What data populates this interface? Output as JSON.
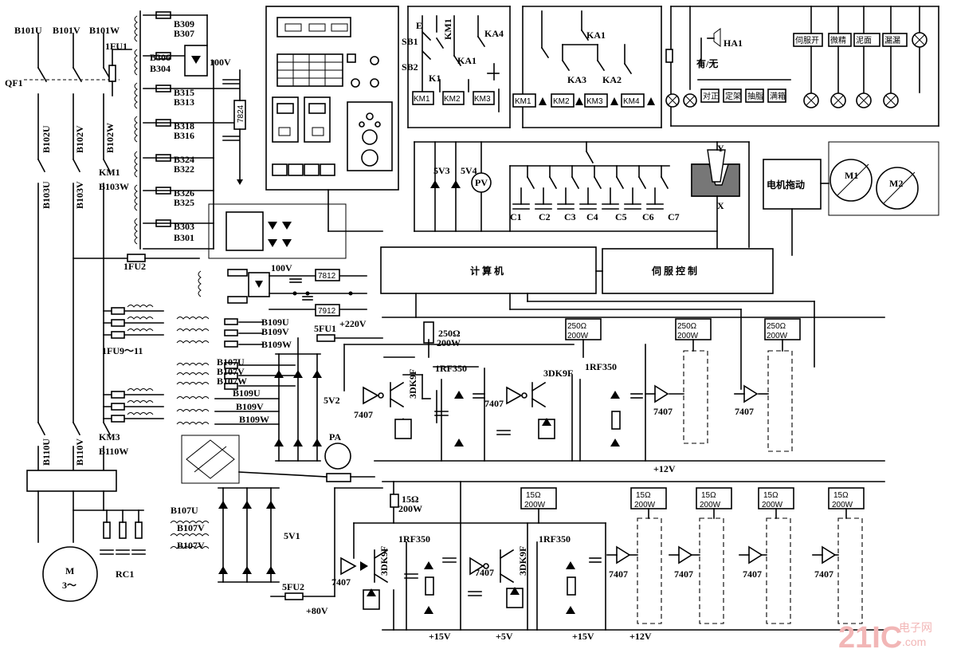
{
  "labels": {
    "b101u": "B101U",
    "b101v": "B101V",
    "b101w": "B101W",
    "qf1": "QF1",
    "fu1": "1FU1",
    "b102u": "B102U",
    "b102v": "B102V",
    "b102w": "B102W",
    "b103u": "B103U",
    "b103v": "B103V",
    "km1": "KM1",
    "b103w": "B103W",
    "fu2": "1FU2",
    "fu9_11": "1FU9～11",
    "b110u": "B110U",
    "b110v": "B110V",
    "km3": "KM3",
    "b110w": "B110W",
    "motor_m": "M",
    "motor_3ph": "3～",
    "rc1": "RC1",
    "b309": "B309",
    "b307": "B307",
    "b306": "B306",
    "b304": "B304",
    "b315": "B315",
    "b313": "B313",
    "b318": "B318",
    "b316": "B316",
    "b324": "B324",
    "b322": "B322",
    "b326": "B326",
    "b325": "B325",
    "b303": "B303",
    "b301": "B301",
    "v100_top": "100V",
    "reg7824": "7824",
    "v100_mid": "100V",
    "reg7812": "7812",
    "reg7912": "7912",
    "b109u": "B109U",
    "b109v": "B109V",
    "b109w": "B109W",
    "fu5_1": "5FU1",
    "v220": "+220V",
    "b107u": "B107U",
    "b107v": "B107V",
    "b107w": "B107W",
    "b109u2": "B109U",
    "b109v2": "B109V",
    "b109w2": "B109W",
    "sv2": "5V2",
    "pa": "PA",
    "b107u2": "B107U",
    "b107v2": "B107V",
    "b107v3": "B107V",
    "sv1": "5V1",
    "fu5_2": "5FU2",
    "v80": "+80V",
    "e": "E",
    "sb1": "SB1",
    "sb2": "SB2",
    "km1_top": "KM1",
    "k1": "K1",
    "ka1_a": "KA1",
    "ka4": "KA4",
    "km1_coil": "KM1",
    "km2_coil": "KM2",
    "km3_coil": "KM3",
    "ka1_b": "KA1",
    "ka3": "KA3",
    "ka2": "KA2",
    "km1_coil2": "KM1",
    "km2_coil2": "KM2",
    "km3_coil2": "KM3",
    "km4_coil": "KM4",
    "ha1": "HA1",
    "you_wu": "有/无",
    "lamp_servo": "伺服开",
    "lamp_fine": "微精",
    "lamp_rough": "泥面",
    "lamp_leak": "漏漏",
    "lamp_align": "对正",
    "lamp_fixed": "定架",
    "lamp_pump": "抽脂",
    "lamp_tank": "满箱",
    "sv3": "5V3",
    "sv4": "5V4",
    "pv": "PV",
    "c1": "C1",
    "c2": "C2",
    "c3": "C3",
    "c4": "C4",
    "c5": "C5",
    "c6": "C6",
    "c7": "C7",
    "y": "Y",
    "x": "X",
    "motor_drive": "电机拖动",
    "m1": "M1",
    "m2": "M2",
    "computer": "计 算 机",
    "servo": "伺 服 控 制",
    "r250_1": "250Ω",
    "w200_1": "200W",
    "r250_2": "250Ω",
    "w200_2": "200W",
    "r250_3": "250Ω",
    "w200_3": "200W",
    "r250_4": "250Ω",
    "w200_4": "200W",
    "dk9f_1": "3DK9F",
    "irf_1": "1RF350",
    "dk9f_2": "3DK9F",
    "irf_2": "1RF350",
    "g7407_1": "7407",
    "g7407_2": "7407",
    "g7407_3": "7407",
    "g7407_4": "7407",
    "v12_mid": "+12V",
    "r15_1": "15Ω",
    "w15_1": "200W",
    "r15_2": "15Ω",
    "w15_2": "200W",
    "r15_3": "15Ω",
    "w15_3": "200W",
    "r15_4": "15Ω",
    "w15_4": "200W",
    "r15_5": "15Ω",
    "w15_5": "200W",
    "r15_6": "15Ω",
    "w15_6": "200W",
    "dk9f_3": "3DK9F",
    "irf_3": "1RF350",
    "dk9f_4": "3DK9F",
    "irf_4": "1RF350",
    "g7407_5": "7407",
    "g7407_6": "7407",
    "g7407_7": "7407",
    "g7407_8": "7407",
    "g7407_9": "7407",
    "g7407_10": "7407",
    "v15_a": "+15V",
    "v5": "+5V",
    "v15_b": "+15V",
    "v12_bot": "+12V"
  },
  "watermark": {
    "logo": "21IC",
    "cn": "电子网",
    "domain": ".com"
  }
}
